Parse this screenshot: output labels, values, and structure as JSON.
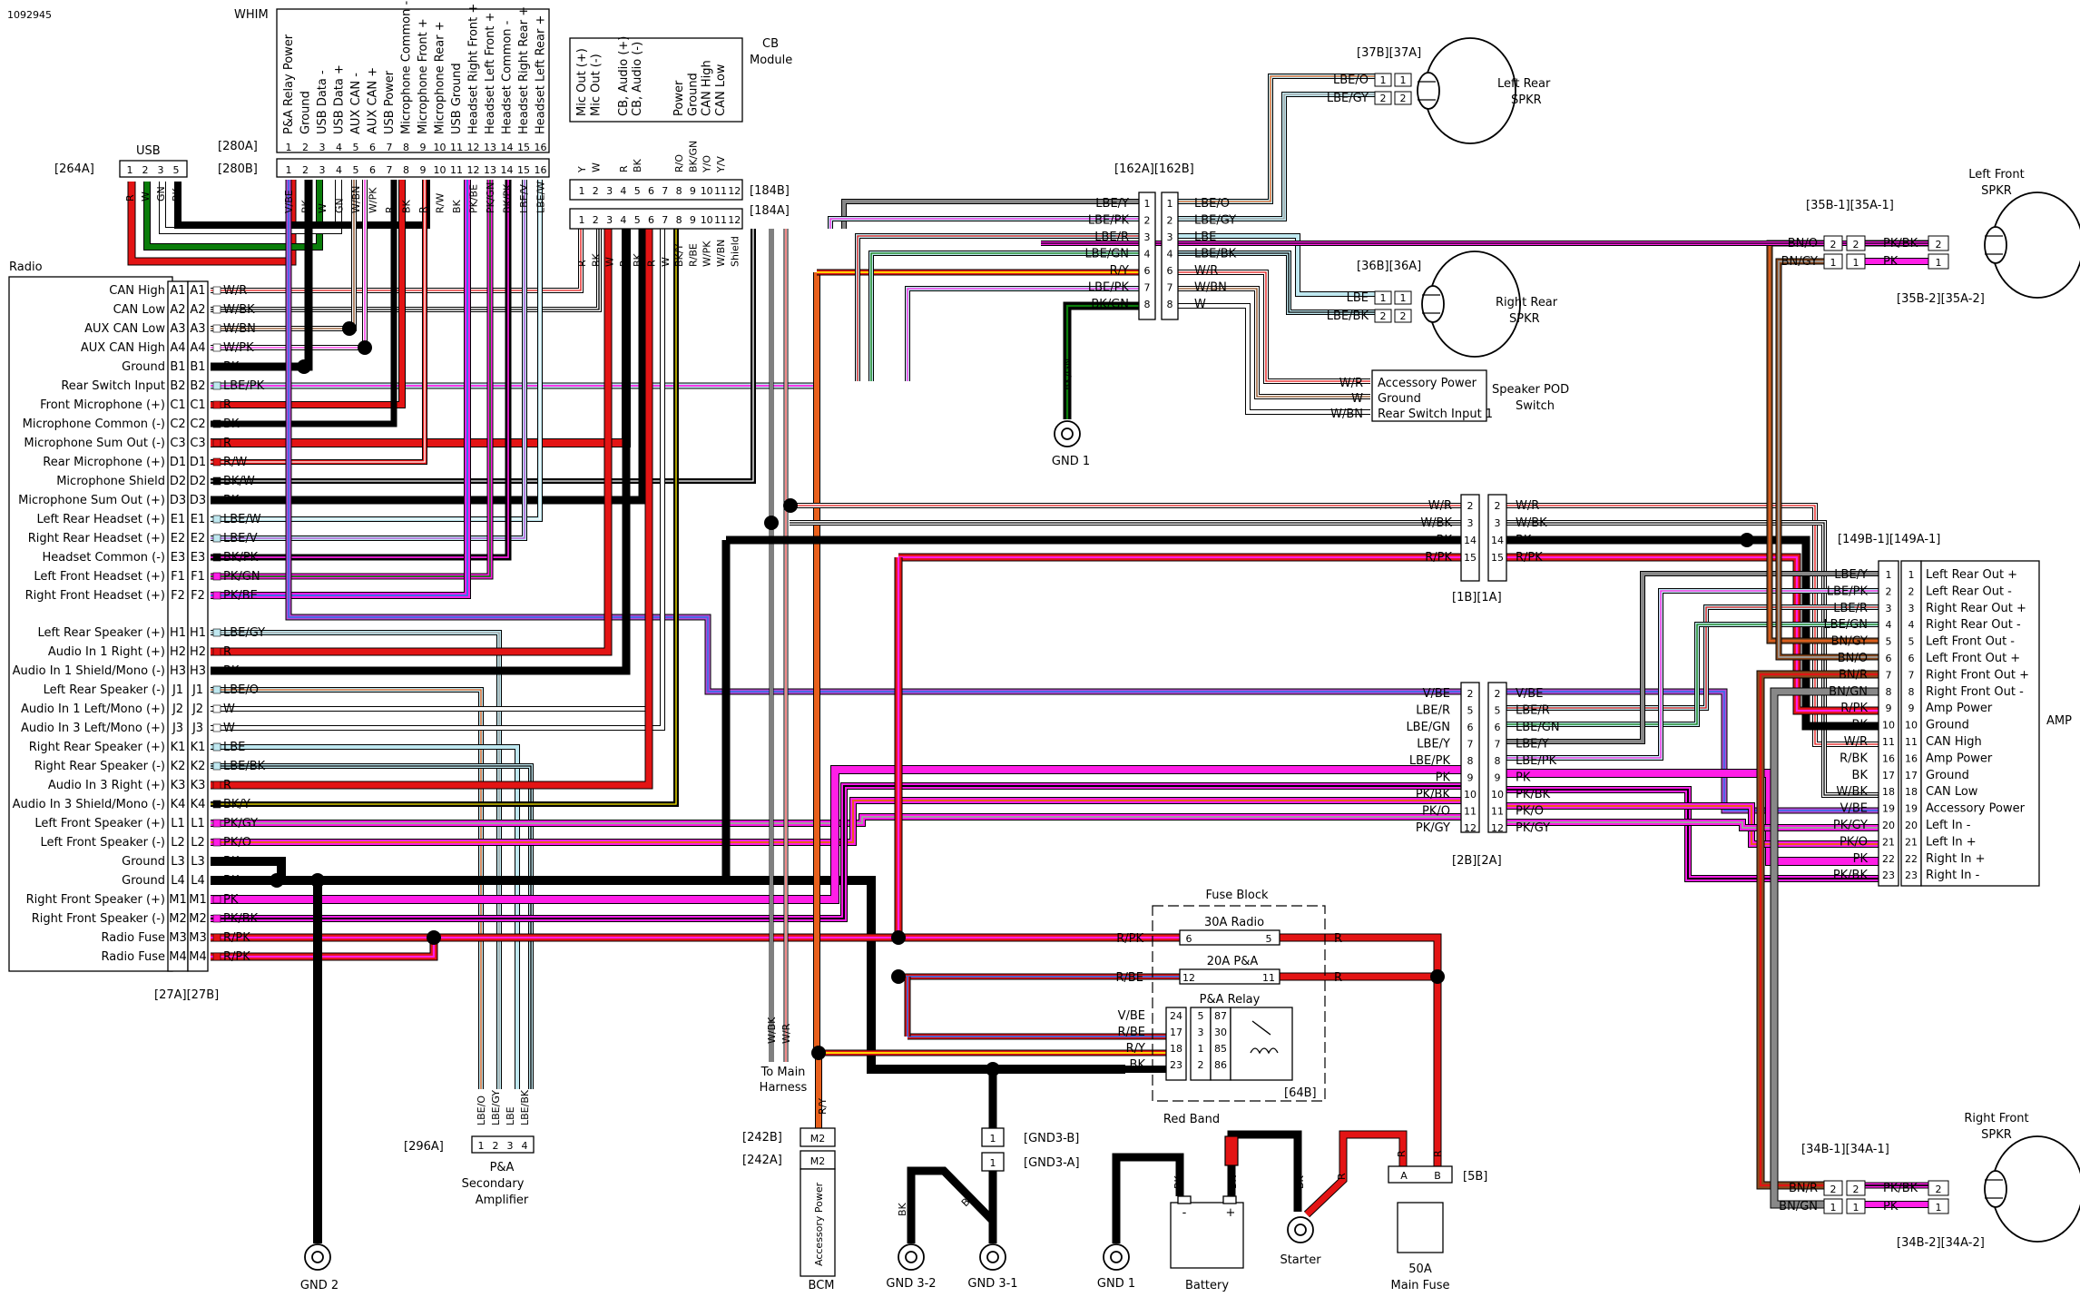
{
  "doc_id": "1092945",
  "colors": {
    "R": "#e31414",
    "BK": "#000000",
    "W": "#ffffff",
    "GN": "#0a7d0a",
    "V_BE": "#6a2fd6",
    "LBE": "#bfe8f0",
    "LBE_Y": "#e9f59a",
    "PK": "#ff1ee6",
    "R_PK": "#f7287c",
    "O_R": "#e8601c",
    "BN": "#8b4a1e",
    "Y": "#ffee00",
    "V": "#b84ad6",
    "GY": "#a0a0a0",
    "OLIVE": "#5a5a18"
  },
  "radio": {
    "title": "Radio",
    "pins": [
      {
        "name": "CAN High",
        "pin": "A1",
        "wire": "W/R"
      },
      {
        "name": "CAN Low",
        "pin": "A2",
        "wire": "W/BK"
      },
      {
        "name": "AUX CAN Low",
        "pin": "A3",
        "wire": "W/BN"
      },
      {
        "name": "AUX CAN High",
        "pin": "A4",
        "wire": "W/PK"
      },
      {
        "name": "Ground",
        "pin": "B1",
        "wire": "BK"
      },
      {
        "name": "Rear Switch Input",
        "pin": "B2",
        "wire": "LBE/PK"
      },
      {
        "name": "Front Microphone (+)",
        "pin": "C1",
        "wire": "R"
      },
      {
        "name": "Microphone Common (-)",
        "pin": "C2",
        "wire": "BK"
      },
      {
        "name": "Microphone Sum Out (-)",
        "pin": "C3",
        "wire": "R"
      },
      {
        "name": "Rear Microphone (+)",
        "pin": "D1",
        "wire": "R/W"
      },
      {
        "name": "Microphone Shield",
        "pin": "D2",
        "wire": "BK/W"
      },
      {
        "name": "Microphone Sum Out (+)",
        "pin": "D3",
        "wire": "BK"
      },
      {
        "name": "Left Rear Headset (+)",
        "pin": "E1",
        "wire": "LBE/W"
      },
      {
        "name": "Right Rear Headset (+)",
        "pin": "E2",
        "wire": "LBE/V"
      },
      {
        "name": "Headset Common (-)",
        "pin": "E3",
        "wire": "BK/PK"
      },
      {
        "name": "Left Front Headset (+)",
        "pin": "F1",
        "wire": "PK/GN"
      },
      {
        "name": "Right Front Headset (+)",
        "pin": "F2",
        "wire": "PK/BE"
      },
      {
        "name": "Left Rear Speaker (+)",
        "pin": "H1",
        "wire": "LBE/GY"
      },
      {
        "name": "Audio In 1 Right (+)",
        "pin": "H2",
        "wire": "R"
      },
      {
        "name": "Audio In 1 Shield/Mono (-)",
        "pin": "H3",
        "wire": "BK"
      },
      {
        "name": "Left Rear Speaker (-)",
        "pin": "J1",
        "wire": "LBE/O"
      },
      {
        "name": "Audio In 1 Left/Mono (+)",
        "pin": "J2",
        "wire": "W"
      },
      {
        "name": "Audio In 3 Left/Mono (+)",
        "pin": "J3",
        "wire": "W"
      },
      {
        "name": "Right Rear Speaker (+)",
        "pin": "K1",
        "wire": "LBE"
      },
      {
        "name": "Right Rear Speaker (-)",
        "pin": "K2",
        "wire": "LBE/BK"
      },
      {
        "name": "Audio In 3 Right (+)",
        "pin": "K3",
        "wire": "R"
      },
      {
        "name": "Audio In 3 Shield/Mono (-)",
        "pin": "K4",
        "wire": "BK/Y"
      },
      {
        "name": "Left Front Speaker (+)",
        "pin": "L1",
        "wire": "PK/GY"
      },
      {
        "name": "Left Front Speaker (-)",
        "pin": "L2",
        "wire": "PK/O"
      },
      {
        "name": "Ground",
        "pin": "L3",
        "wire": "BK"
      },
      {
        "name": "Ground",
        "pin": "L4",
        "wire": "BK"
      },
      {
        "name": "Right Front Speaker (+)",
        "pin": "M1",
        "wire": "PK"
      },
      {
        "name": "Right Front Speaker (-)",
        "pin": "M2",
        "wire": "PK/BK"
      },
      {
        "name": "Radio Fuse",
        "pin": "M3",
        "wire": "R/PK"
      },
      {
        "name": "Radio Fuse",
        "pin": "M4",
        "wire": "R/PK"
      }
    ],
    "connector_label": "[27A][27B]"
  },
  "usb": {
    "title": "USB",
    "connector": "[264A]",
    "pins": [
      "1",
      "2",
      "3",
      "5"
    ],
    "wires": [
      "R",
      "W",
      "GN",
      "BK"
    ]
  },
  "whim": {
    "title": "WHIM",
    "connector_a": "[280A]",
    "connector_b": "[280B]",
    "functions": [
      "P&A Relay Power",
      "Ground",
      "USB Data -",
      "USB Data +",
      "AUX CAN -",
      "AUX CAN +",
      "USB Power",
      "Microphone Common -",
      "Microphone Front +",
      "Microphone Rear +",
      "USB Ground",
      "Headset Right Front +",
      "Headset Left Front +",
      "Headset Common -",
      "Headset Right Rear +",
      "Headset Left Rear +"
    ],
    "pins": [
      "1",
      "2",
      "3",
      "4",
      "5",
      "6",
      "7",
      "8",
      "9",
      "10",
      "11",
      "12",
      "13",
      "14",
      "15",
      "16"
    ],
    "wires": [
      "V/BE",
      "BK",
      "W",
      "GN",
      "W/BN",
      "W/PK",
      "R",
      "BK",
      "R",
      "R/W",
      "BK",
      "PK/BE",
      "PK/GN",
      "BK/PK",
      "LBE/V",
      "LBE/W"
    ]
  },
  "cb": {
    "title_1": "CB",
    "title_2": "Module",
    "connector_a": "[184A]",
    "connector_b": "[184B]",
    "functions": [
      "Mic Out (+)",
      "Mic Out (-)",
      "",
      "CB, Audio (+)",
      "CB, Audio (-)",
      "",
      "",
      "Power",
      "Ground",
      "CAN High",
      "CAN Low",
      ""
    ],
    "top_wires": [
      "Y",
      "W",
      "",
      "R",
      "BK",
      "",
      "",
      "R/O",
      "BK/GN",
      "Y/O",
      "Y/V",
      ""
    ],
    "pins": [
      "1",
      "2",
      "3",
      "4",
      "5",
      "6",
      "7",
      "8",
      "9",
      "10",
      "11",
      "12"
    ],
    "bottom_wires": [
      "R",
      "BK",
      "W",
      "R",
      "BK",
      "R",
      "W",
      "BK/Y",
      "R/BE",
      "W/PK",
      "W/BN",
      "Shield"
    ]
  },
  "c162": {
    "connector": "[162A][162B]",
    "pins": [
      "1",
      "2",
      "3",
      "4",
      "6",
      "7",
      "8"
    ],
    "left_wires": [
      "LBE/Y",
      "LBE/PK",
      "LBE/R",
      "LBE/GN",
      "R/Y",
      "LBE/PK",
      "BK/GN"
    ],
    "right_wires": [
      "LBE/O",
      "LBE/GY",
      "LBE",
      "LBE/BK",
      "W/R",
      "W/BN",
      "W"
    ]
  },
  "gnd1_top": {
    "label": "GND 1",
    "wire": "BK/GN"
  },
  "left_rear_spkr": {
    "title_1": "Left Rear",
    "title_2": "SPKR",
    "connector": "[37B][37A]",
    "wires": [
      "LBE/O",
      "LBE/GY"
    ],
    "pins": [
      "1",
      "2"
    ]
  },
  "right_rear_spkr": {
    "title_1": "Right Rear",
    "title_2": "SPKR",
    "connector": "[36B][36A]",
    "wires": [
      "LBE",
      "LBE/BK"
    ],
    "pins": [
      "1",
      "2"
    ]
  },
  "speaker_pod": {
    "title_1": "Speaker POD",
    "title_2": "Switch",
    "functions": [
      "Accessory Power",
      "Ground",
      "Rear Switch Input 1"
    ],
    "wires": [
      "W/R",
      "W",
      "W/BN"
    ]
  },
  "left_front_spkr": {
    "title_1": "Left Front",
    "title_2": "SPKR",
    "connector_top": "[35B-1][35A-1]",
    "connector_bot": "[35B-2][35A-2]",
    "left_wires": [
      "BN/O",
      "BN/GY"
    ],
    "right_wires": [
      "PK/BK",
      "PK"
    ],
    "pins_l": [
      "2",
      "1"
    ],
    "pins_r": [
      "2",
      "1"
    ]
  },
  "right_front_spkr": {
    "title_1": "Right Front",
    "title_2": "SPKR",
    "connector_top": "[34B-1][34A-1]",
    "connector_bot": "[34B-2][34A-2]",
    "left_wires": [
      "BN/R",
      "BN/GN"
    ],
    "right_wires": [
      "PK/BK",
      "PK"
    ],
    "pins_l": [
      "2",
      "1"
    ],
    "pins_r": [
      "2",
      "1"
    ]
  },
  "c1": {
    "connector": "[1B][1A]",
    "pins": [
      "2",
      "3",
      "14",
      "15"
    ],
    "wires": [
      "W/R",
      "W/BK",
      "BK",
      "R/PK"
    ]
  },
  "c2": {
    "connector": "[2B][2A]",
    "pins": [
      "2",
      "5",
      "6",
      "7",
      "8",
      "9",
      "10",
      "11",
      "12"
    ],
    "wires": [
      "V/BE",
      "LBE/R",
      "LBE/GN",
      "LBE/Y",
      "LBE/PK",
      "PK",
      "PK/BK",
      "PK/O",
      "PK/GY"
    ]
  },
  "amp": {
    "title": "AMP",
    "connector": "[149B-1][149A-1]",
    "pins": [
      "1",
      "2",
      "3",
      "4",
      "5",
      "6",
      "7",
      "8",
      "9",
      "10",
      "11",
      "16",
      "17",
      "18",
      "19",
      "20",
      "21",
      "22",
      "23"
    ],
    "wires": [
      "LBE/Y",
      "LBE/PK",
      "LBE/R",
      "LBE/GN",
      "BN/GY",
      "BN/O",
      "BN/R",
      "BN/GN",
      "R/PK",
      "BK",
      "W/R",
      "R/BK",
      "BK",
      "W/BK",
      "V/BE",
      "PK/GY",
      "PK/O",
      "PK",
      "PK/BK"
    ],
    "functions": [
      "Left Rear Out +",
      "Left Rear Out -",
      "Right Rear Out +",
      "Right Rear Out -",
      "Left Front Out -",
      "Left Front Out +",
      "Right Front Out +",
      "Right Front Out -",
      "Amp Power",
      "Ground",
      "CAN High",
      "Amp Power",
      "Ground",
      "CAN Low",
      "Accessory Power",
      "Left In -",
      "Left In +",
      "Right In +",
      "Right In -"
    ]
  },
  "fuse_block": {
    "title": "Fuse Block",
    "fuse1": {
      "label": "30A Radio",
      "pin_l": "6",
      "pin_r": "5",
      "wire_in": "R/PK",
      "wire_out": "R"
    },
    "fuse2": {
      "label": "20A P&A",
      "pin_l": "12",
      "pin_r": "11",
      "wire_in": "R/BE",
      "wire_out": "R"
    },
    "relay": {
      "label": "P&A Relay",
      "rows": [
        [
          "V/BE",
          "24",
          "5",
          "87"
        ],
        [
          "R/BE",
          "17",
          "3",
          "30"
        ],
        [
          "R/Y",
          "18",
          "1",
          "85"
        ],
        [
          "BK",
          "23",
          "2",
          "86"
        ]
      ]
    },
    "connector": "[64B]"
  },
  "amp296": {
    "connector": "[296A]",
    "title_1": "P&A",
    "title_2": "Secondary",
    "title_3": "Amplifier",
    "pins": [
      "1",
      "2",
      "3",
      "4"
    ],
    "wires": [
      "LBE/O",
      "LBE/GY",
      "LBE",
      "LBE/BK"
    ]
  },
  "main_harness": {
    "label_1": "To Main",
    "label_2": "Harness",
    "wires": [
      "W/BK",
      "W/R"
    ]
  },
  "bcm": {
    "title": "BCM",
    "connector_1": "[242B]",
    "connector_2": "[242A]",
    "pin": "M2",
    "function": "Accessory Power",
    "wire": "R/Y"
  },
  "gnd3": {
    "connector_b": "[GND3-B]",
    "connector_a": "[GND3-A]",
    "pin": "1",
    "wire": "BK",
    "label_2": "GND 3-2",
    "label_1": "GND 3-1"
  },
  "gnd2": {
    "label": "GND 2",
    "wire": "BK"
  },
  "gnd1_bot": {
    "label": "GND 1",
    "wire": "BK"
  },
  "battery": {
    "title": "Battery",
    "red_band": "Red Band",
    "wires": [
      "BK",
      "BK"
    ]
  },
  "starter": {
    "title": "Starter",
    "wires": [
      "BK",
      "R"
    ]
  },
  "main_fuse": {
    "title_1": "50A",
    "title_2": "Main Fuse",
    "connector": "[5B]",
    "pins": [
      "A",
      "B"
    ],
    "wires": [
      "R",
      "R"
    ]
  }
}
